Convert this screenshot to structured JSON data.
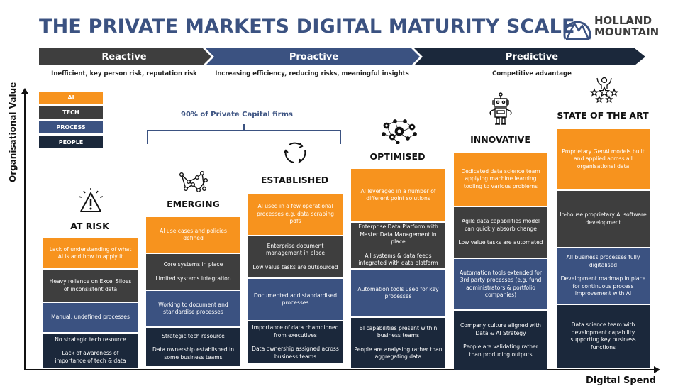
{
  "title": "THE PRIVATE MARKETS DIGITAL MATURITY SCALE",
  "logo": {
    "line1": "HOLLAND",
    "line2": "MOUNTAIN",
    "icon": "mountain-logo-icon"
  },
  "colors": {
    "ai": "#f7931e",
    "tech": "#3e3e3e",
    "process": "#3b5281",
    "people": "#1b283b",
    "title": "#3b5281"
  },
  "phases": [
    {
      "label": "Reactive",
      "description": "Inefficient, key person risk, reputation risk",
      "color": "#3e3e3e"
    },
    {
      "label": "Proactive",
      "description": "Increasing efficiency, reducing risks, meaningful insights",
      "color": "#3b5281"
    },
    {
      "label": "Predictive",
      "description": "Competitive advantage",
      "color": "#1b283b"
    }
  ],
  "axes": {
    "y_label": "Organisational Value",
    "x_label": "Digital Spend"
  },
  "legend": [
    "AI",
    "TECH",
    "PROCESS",
    "PEOPLE"
  ],
  "bracket_label": "90% of Private Capital firms",
  "stages": [
    {
      "name": "AT RISK",
      "icon": "warning-icon",
      "ai": [
        "Lack of understanding of what AI is and how to apply it"
      ],
      "tech": [
        "Heavy reliance on Excel Siloes of inconsistent data"
      ],
      "process": [
        "Manual, undefined processes"
      ],
      "people": [
        "No strategic tech resource",
        "Lack of awareness of importance of tech & data"
      ]
    },
    {
      "name": "EMERGING",
      "icon": "network-nodes-icon",
      "ai": [
        "AI use cases and policies defined"
      ],
      "tech": [
        "Core systems in place",
        "Limited systems integration"
      ],
      "process": [
        "Working to document and standardise processes"
      ],
      "people": [
        "Strategic tech resource",
        "Data ownership established in some business teams"
      ]
    },
    {
      "name": "ESTABLISHED",
      "icon": "cycle-arrows-icon",
      "ai": [
        "AI used in a few operational processes e.g. data scraping pdfs"
      ],
      "tech": [
        "Enterprise document management in place",
        "Low value tasks are outsourced"
      ],
      "process": [
        "Documented and standardised processes"
      ],
      "people": [
        "Importance of data championed from executives",
        "Data ownership assigned across business teams"
      ]
    },
    {
      "name": "OPTIMISED",
      "icon": "connected-people-icon",
      "ai": [
        "AI leveraged in a number of different point solutions"
      ],
      "tech": [
        "Enterprise Data Platform with Master Data Management in place",
        "All systems & data feeds integrated with data platform"
      ],
      "process": [
        "Automation tools used for key processes"
      ],
      "people": [
        "BI capabilities present within business teams",
        "People are analysing rather than aggregating data"
      ]
    },
    {
      "name": "INNOVATIVE",
      "icon": "robot-icon",
      "ai": [
        "Dedicated data science team applying machine learning tooling to various problems"
      ],
      "tech": [
        "Agile data capabilities model can quickly absorb change",
        "Low value tasks are automated"
      ],
      "process": [
        "Automation tools extended for 3rd party processes (e.g. fund administrators & portfolio companies)"
      ],
      "people": [
        "Company culture aligned with Data & AI Strategy",
        "People are validating rather than producing outputs"
      ]
    },
    {
      "name": "STATE OF THE ART",
      "icon": "person-stars-icon",
      "ai": [
        "Proprietary GenAI models built and applied across all organisational data"
      ],
      "tech": [
        "In-house proprietary AI software development"
      ],
      "process": [
        "All business processes fully digitalised",
        "Development roadmap in place for continuous process improvement with AI"
      ],
      "people": [
        "Data science team with development capability supporting key business functions"
      ]
    }
  ]
}
